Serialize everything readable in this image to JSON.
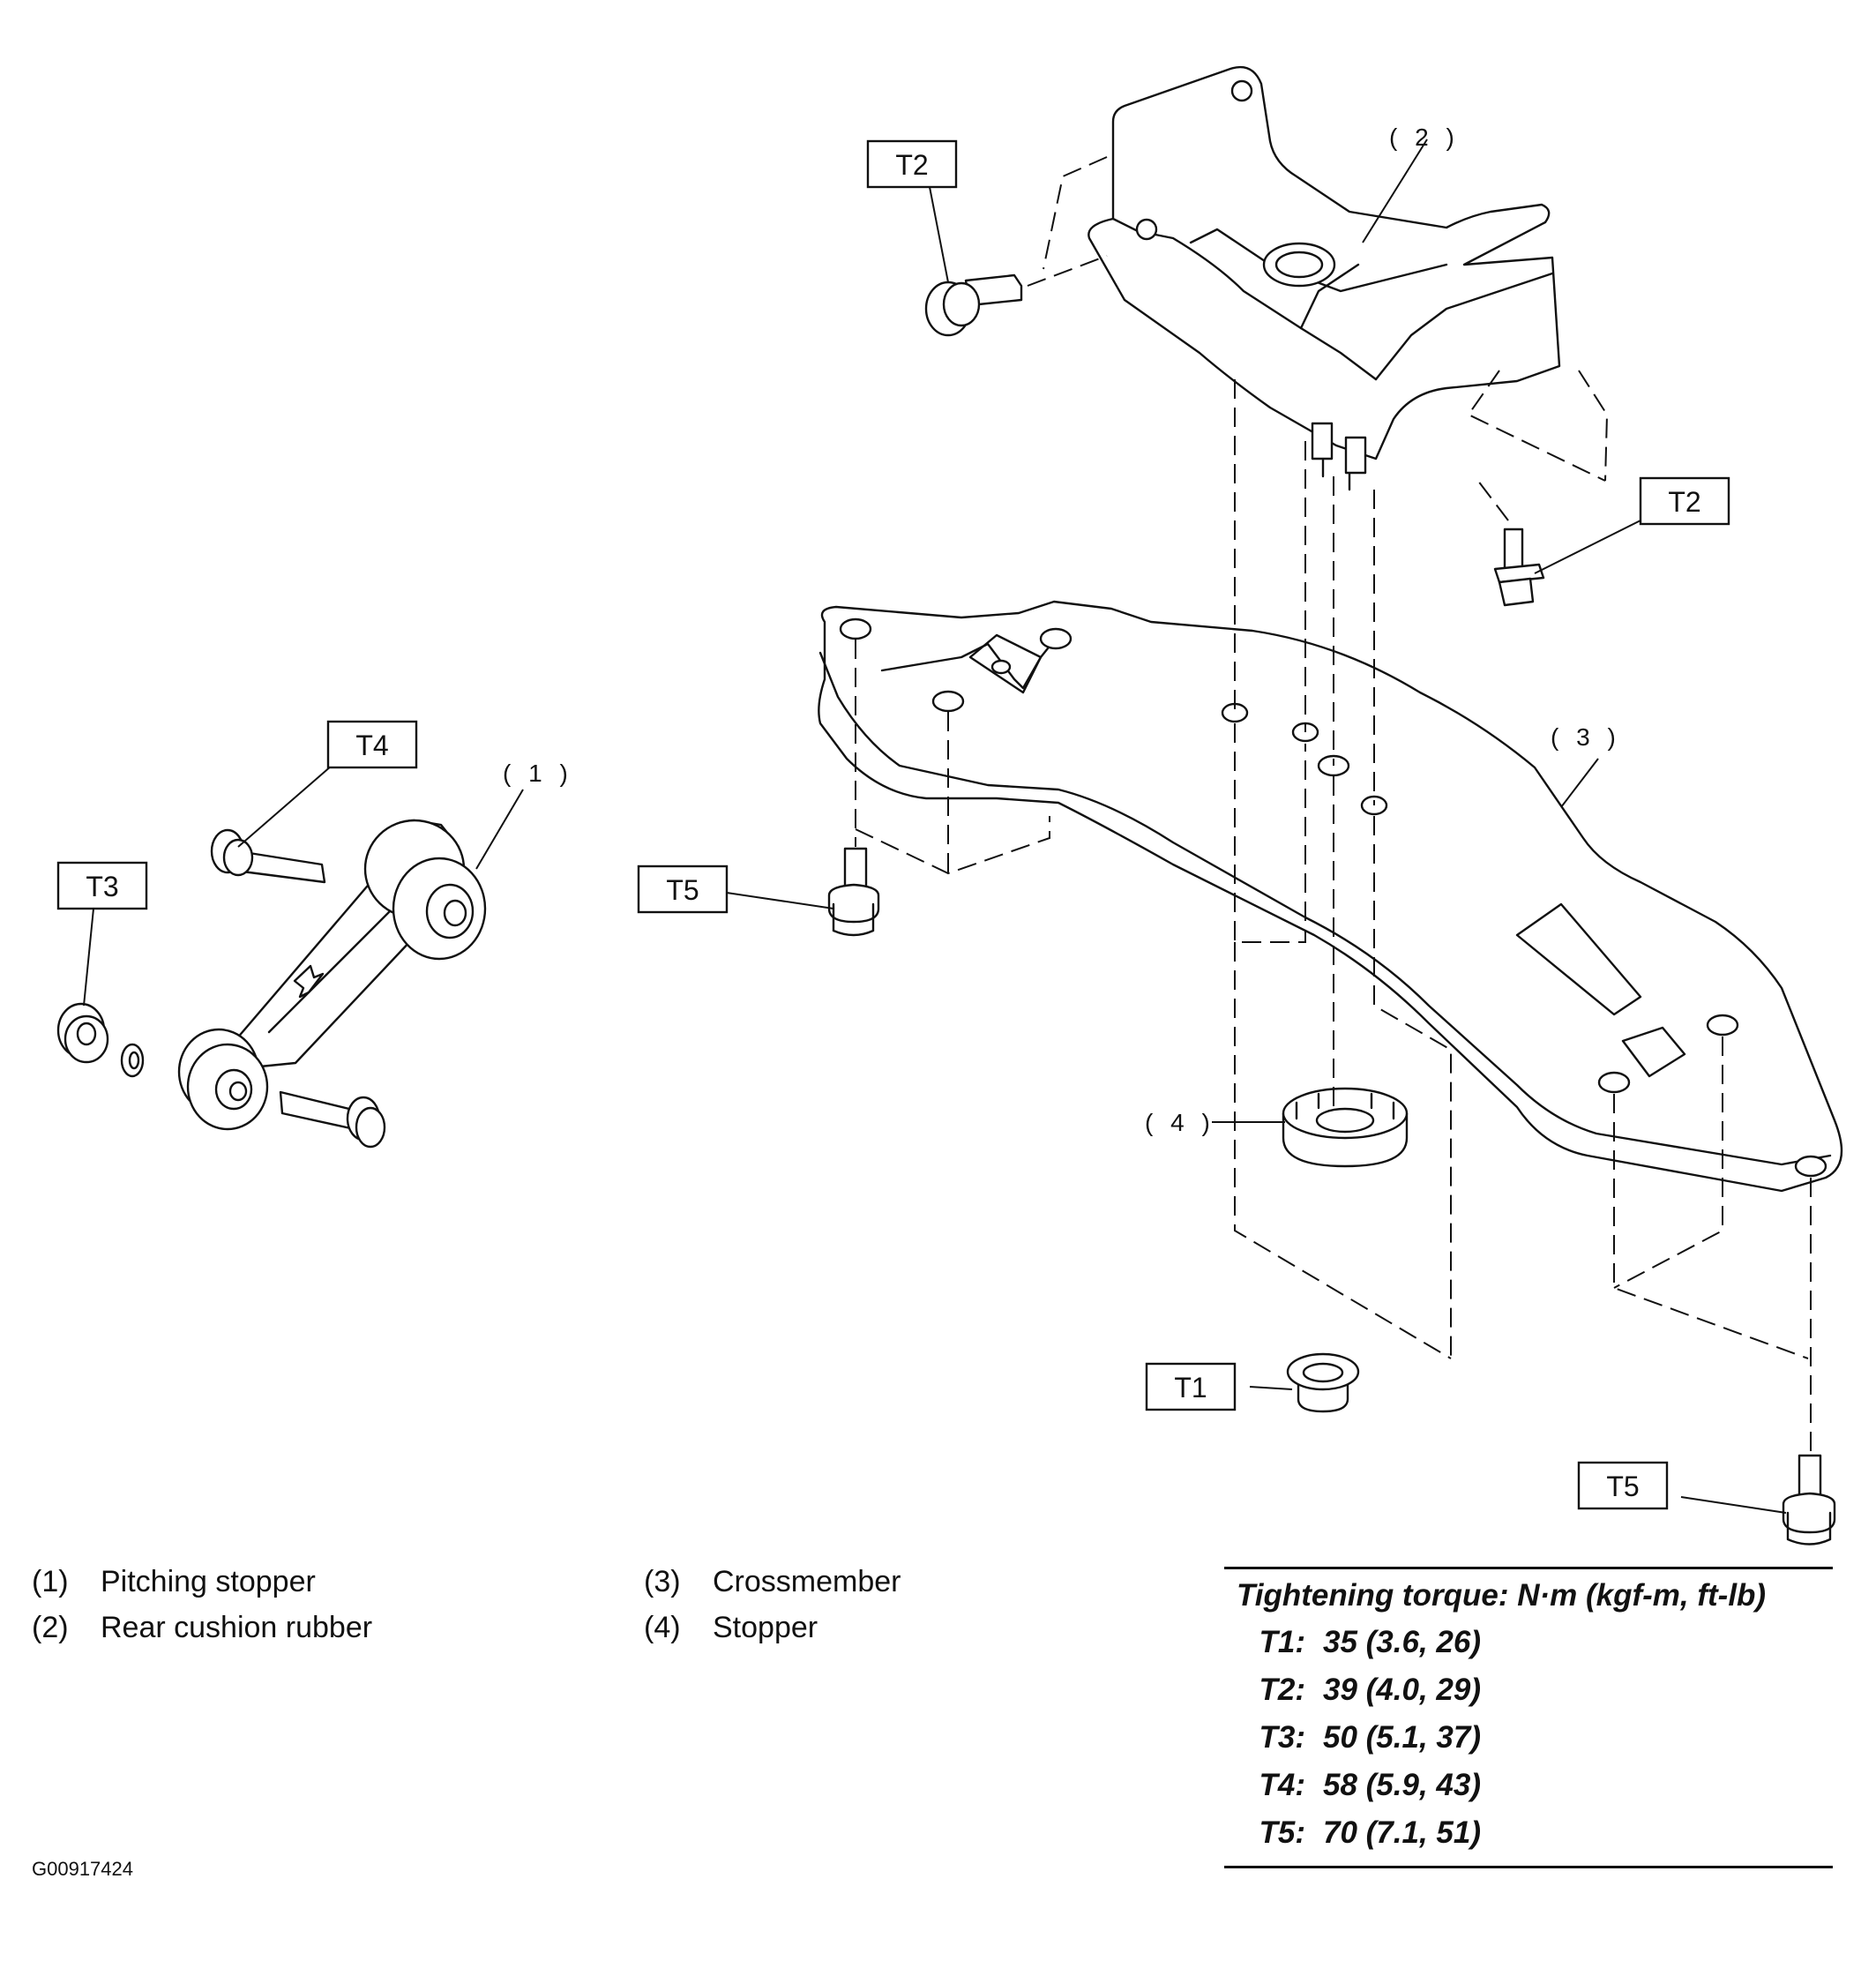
{
  "callouts": {
    "pitching_stopper": "( 1 )",
    "rear_cushion_rubber": "( 2 )",
    "crossmember": "( 3 )",
    "stopper": "( 4 )"
  },
  "torque_tags": {
    "t1": "T1",
    "t2_top": "T2",
    "t2_right": "T2",
    "t3": "T3",
    "t4": "T4",
    "t5_left": "T5",
    "t5_right": "T5"
  },
  "legend": [
    {
      "num": "(1)",
      "label": "Pitching stopper"
    },
    {
      "num": "(2)",
      "label": "Rear cushion rubber"
    },
    {
      "num": "(3)",
      "label": "Crossmember"
    },
    {
      "num": "(4)",
      "label": "Stopper"
    }
  ],
  "torque_table": {
    "header": "Tightening torque: N·m (kgf-m, ft-lb)",
    "rows": [
      {
        "key": "T1:",
        "value": "35 (3.6, 26)"
      },
      {
        "key": "T2:",
        "value": "39 (4.0, 29)"
      },
      {
        "key": "T3:",
        "value": "50 (5.1, 37)"
      },
      {
        "key": "T4:",
        "value": "58 (5.9, 43)"
      },
      {
        "key": "T5:",
        "value": "70 (7.1, 51)"
      }
    ]
  },
  "diagram_id": "G00917424"
}
